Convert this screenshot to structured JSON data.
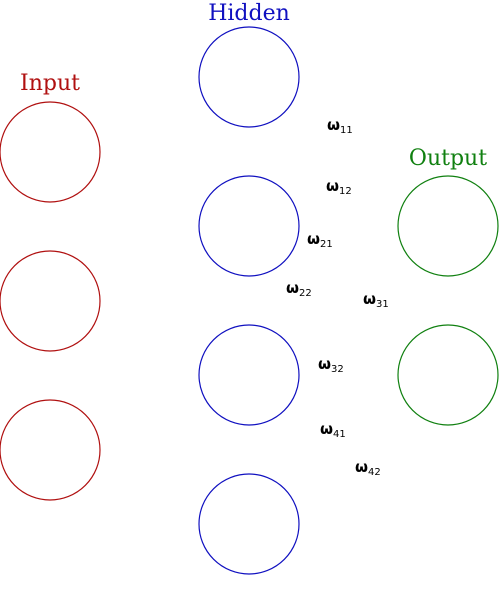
{
  "layers": {
    "input": {
      "title": "Input",
      "color": "#b01010",
      "node_count": 3
    },
    "hidden": {
      "title": "Hidden",
      "color": "#1010c0",
      "node_count": 4
    },
    "output": {
      "title": "Output",
      "color": "#108010",
      "node_count": 2
    }
  },
  "weights": [
    {
      "symbol": "ω",
      "sub": "11"
    },
    {
      "symbol": "ω",
      "sub": "12"
    },
    {
      "symbol": "ω",
      "sub": "21"
    },
    {
      "symbol": "ω",
      "sub": "22"
    },
    {
      "symbol": "ω",
      "sub": "31"
    },
    {
      "symbol": "ω",
      "sub": "32"
    },
    {
      "symbol": "ω",
      "sub": "41"
    },
    {
      "symbol": "ω",
      "sub": "42"
    }
  ]
}
